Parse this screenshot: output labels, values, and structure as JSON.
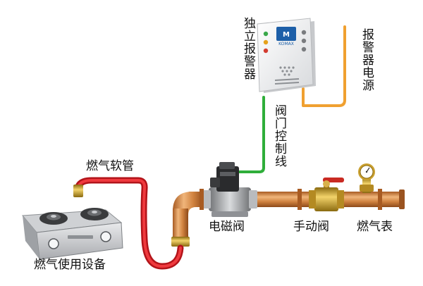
{
  "labels": {
    "alarm": "独立报警器",
    "alarm_power": "报警器电源",
    "valve_control": "阀门控制线",
    "gas_hose": "燃气软管",
    "solenoid_valve": "电磁阀",
    "manual_valve": "手动阀",
    "gas_meter": "燃气表",
    "appliance": "燃气使用设备"
  },
  "device": {
    "brand": "KOMAX"
  },
  "colors": {
    "power_wire": "#f0a030",
    "control_wire": "#2fae3a",
    "hose": "#e32024",
    "pipe": "#d2833f",
    "brass": "#c9a030"
  }
}
